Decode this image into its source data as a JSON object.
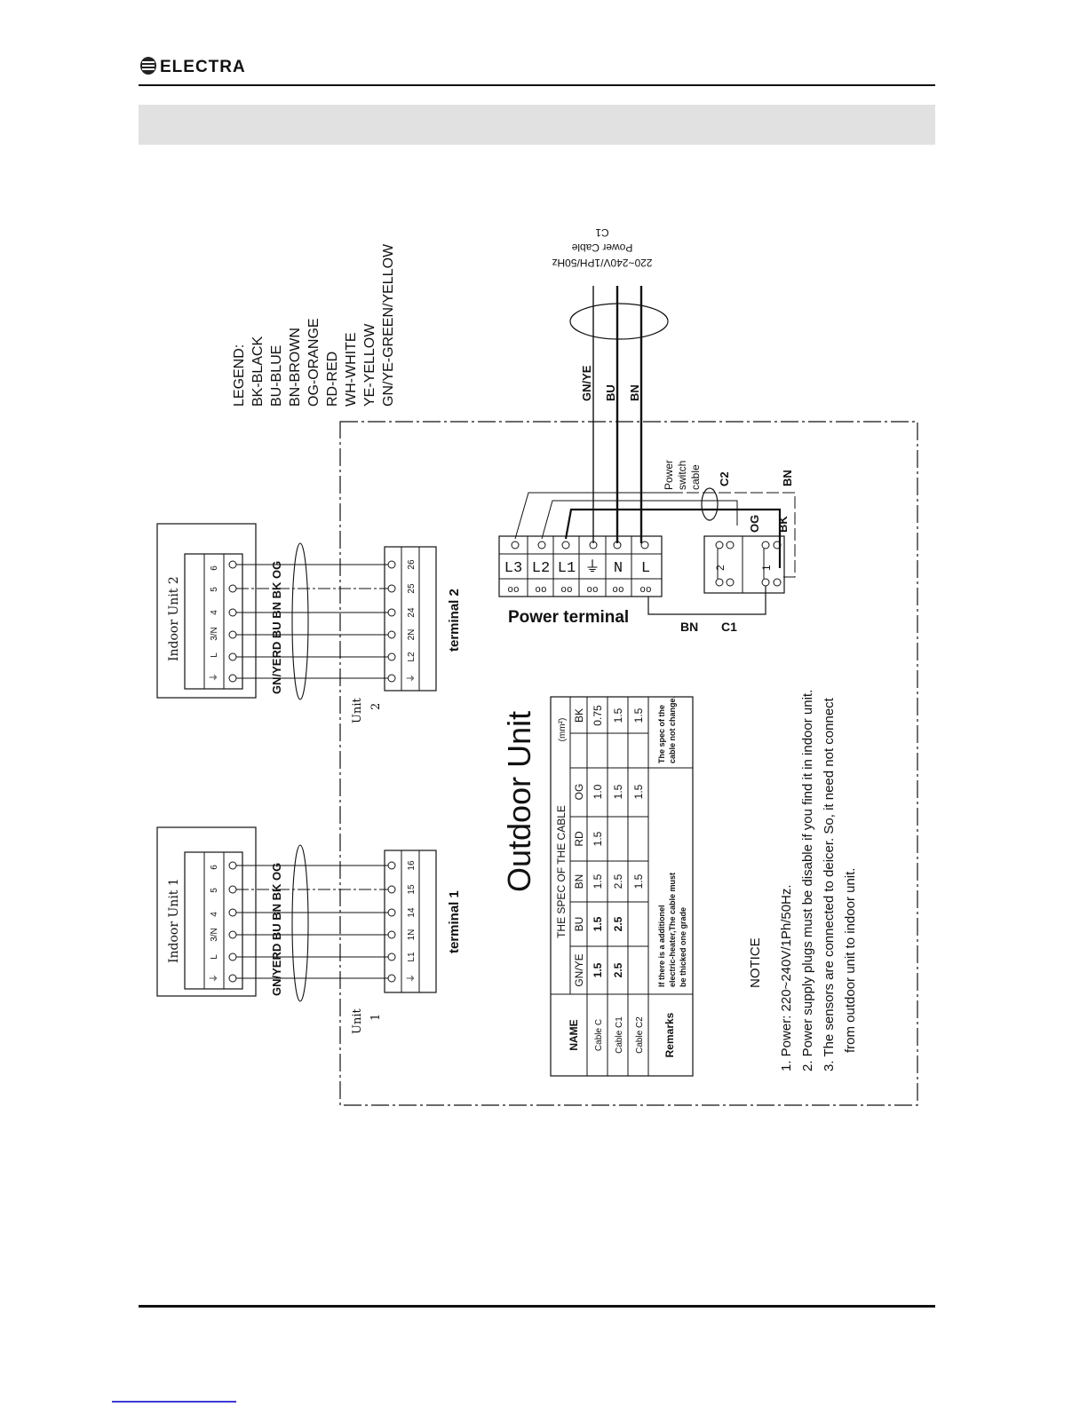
{
  "brand": {
    "logo_text": "ELECTRA"
  },
  "legend": {
    "title": "LEGEND:",
    "items": [
      "BK-BLACK",
      "BU-BLUE",
      "BN-BROWN",
      "OG-ORANGE",
      "RD-RED",
      "WH-WHITE",
      "YE-YELLOW",
      "GN/YE-GREEN/YELLOW"
    ]
  },
  "power_cable": {
    "label": "Power Cable",
    "spec": "220~240V/1PH/50Hz",
    "cable_id": "C1",
    "wires": [
      "GN/YE",
      "BU",
      "BN"
    ]
  },
  "power_switch": {
    "label_lines": [
      "Power",
      "switch",
      "cable"
    ],
    "cable_id": "C2",
    "wire": "BN"
  },
  "power_terminal": {
    "title": "Power terminal",
    "pins": [
      "L3",
      "L2",
      "L1",
      "⏚",
      "N",
      "L"
    ]
  },
  "switch_block": {
    "pins": [
      "2",
      "1"
    ],
    "wire_og": "OG",
    "wire_bk": "BK"
  },
  "c1_link": {
    "wire": "BN",
    "cable": "C1"
  },
  "indoor_units": [
    {
      "title": "Indoor Unit 1",
      "pins": [
        "⏚",
        "L",
        "3/N",
        "4",
        "5",
        "6"
      ],
      "wires": "GN/YERD BU BN BK OG",
      "unit_label": [
        "Unit",
        "1"
      ],
      "terminal_label": "terminal 1",
      "terminal_pins": [
        "⏚",
        "L1",
        "1N",
        "14",
        "15",
        "16"
      ]
    },
    {
      "title": "Indoor Unit 2",
      "pins": [
        "⏚",
        "L",
        "3/N",
        "4",
        "5",
        "6"
      ],
      "wires": "GN/YERD BU BN BK OG",
      "unit_label": [
        "Unit",
        "2"
      ],
      "terminal_label": "terminal 2",
      "terminal_pins": [
        "⏚",
        "L2",
        "2N",
        "24",
        "25",
        "26"
      ]
    }
  ],
  "outdoor_unit": {
    "title": "Outdoor Unit"
  },
  "spec_table": {
    "title": "THE SPEC OF THE CABLE",
    "unit": "(mm²)",
    "name_header": "NAME",
    "columns": [
      "GN/YE",
      "BU",
      "BN",
      "RD",
      "OG",
      "BK"
    ],
    "rows": [
      {
        "name": "Cable C",
        "values": [
          "1.5",
          "1.5",
          "1.5",
          "1.5",
          "1.0",
          "0.75"
        ]
      },
      {
        "name": "Cable C1",
        "values": [
          "2.5",
          "2.5",
          "2.5",
          "",
          "1.5",
          "1.5"
        ]
      },
      {
        "name": "Cable C2",
        "values": [
          "",
          "",
          "1.5",
          "",
          "1.5",
          "1.5"
        ]
      }
    ],
    "remarks_label": "Remarks",
    "remark_1": [
      "If there is a additionel",
      "electric-heater,The cable must",
      "be thicked one grade"
    ],
    "remark_2": [
      "The spec of the",
      "cable not change."
    ]
  },
  "notice": {
    "title": "NOTICE",
    "items": [
      "1. Power: 220~240V/1Ph/50Hz.",
      "2. Power supply plugs must be disable if you find it in indoor unit.",
      "3. The sensors are connected to deicer. So, it need not connect",
      "from outdoor unit to indoor unit."
    ]
  }
}
